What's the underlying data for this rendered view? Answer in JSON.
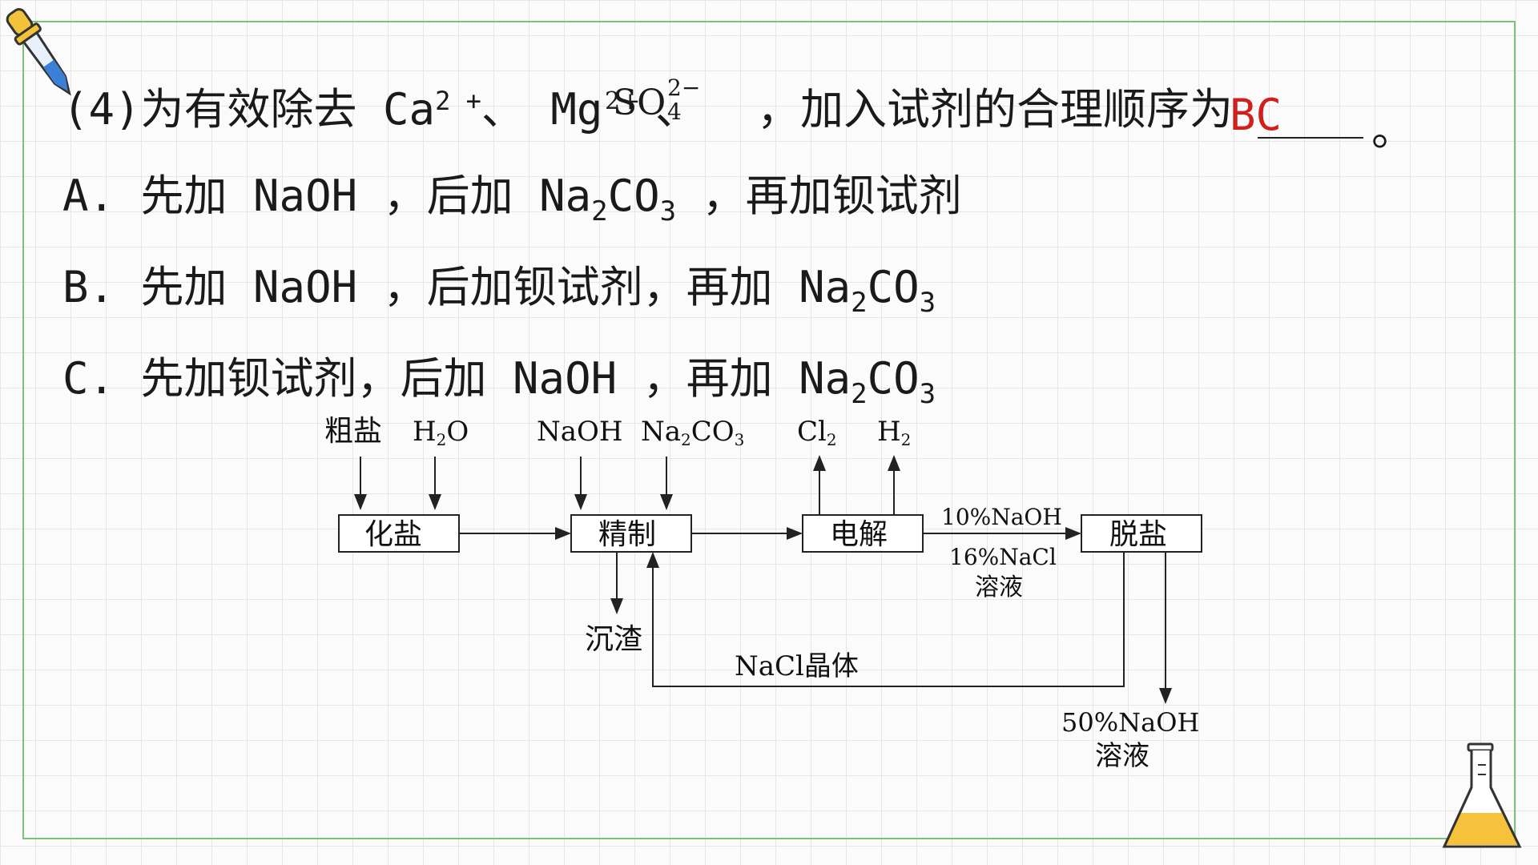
{
  "question": {
    "prefix": "(4)为有效除去 Ca",
    "ca_charge": "2 +",
    "sep1": "、 Mg",
    "mg_charge": "2+",
    "sep2": "、",
    "so4_charge": "2−",
    "so4_sub": "4",
    "suffix": "，加入试剂的合理顺序为",
    "answer": "BC",
    "end": "。"
  },
  "options": {
    "a": {
      "p1": "A. 先加 NaOH ，后加 Na",
      "s1": "2",
      "p2": "CO",
      "s2": "3",
      "p3": " ，再加钡试剂"
    },
    "b": {
      "p1": "B. 先加 NaOH ，后加钡试剂，再加 Na",
      "s1": "2",
      "p2": "CO",
      "s2": "3"
    },
    "c": {
      "p1": "C. 先加钡试剂，后加 NaOH ，再加 Na",
      "s1": "2",
      "p2": "CO",
      "s2": "3"
    }
  },
  "diagram": {
    "inputs": {
      "crude_salt": "粗盐",
      "h2o": "H",
      "h2o_sub": "2",
      "h2o_end": "O",
      "naoh": "NaOH",
      "na2co3": "Na",
      "na2co3_sub": "2",
      "na2co3_mid": "CO",
      "na2co3_sub2": "3"
    },
    "outputs": {
      "cl2": "Cl",
      "cl2_sub": "2",
      "h2": "H",
      "h2_sub": "2"
    },
    "boxes": {
      "dissolve": "化盐",
      "refine": "精制",
      "electrolysis": "电解",
      "desalt": "脱盐"
    },
    "labels": {
      "naoh10": "10%NaOH",
      "nacl16": "16%NaCl",
      "solution1": "溶液",
      "sediment": "沉渣",
      "nacl_crystal": "NaCl晶体",
      "naoh50": "50%NaOH",
      "solution2": "溶液"
    }
  }
}
